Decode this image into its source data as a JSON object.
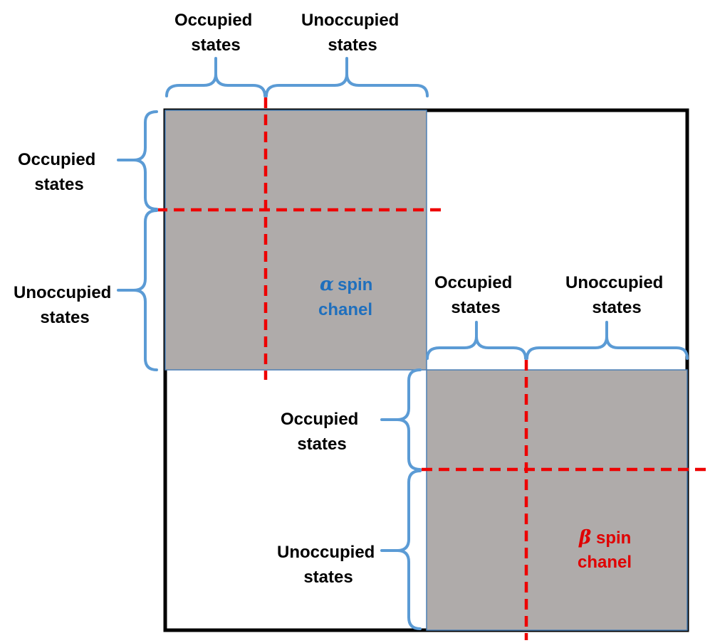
{
  "colors": {
    "block_fill": "#afabaa",
    "brace": "#5b9bd5",
    "divider": "#ee0000",
    "alpha_text": "#1f6fbd",
    "beta_text": "#e00000"
  },
  "alpha_block": {
    "top_labels": {
      "occupied": [
        "Occupied",
        "states"
      ],
      "unoccupied": [
        "Unoccupied",
        "states"
      ]
    },
    "left_labels": {
      "occupied": [
        "Occupied",
        "states"
      ],
      "unoccupied": [
        "Unoccupied",
        "states"
      ]
    },
    "channel_symbol": "α",
    "channel_label": [
      "spin",
      "chanel"
    ]
  },
  "beta_block": {
    "top_labels": {
      "occupied": [
        "Occupied",
        "states"
      ],
      "unoccupied": [
        "Unoccupied",
        "states"
      ]
    },
    "left_labels": {
      "occupied": [
        "Occupied",
        "states"
      ],
      "unoccupied": [
        "Unoccupied",
        "states"
      ]
    },
    "channel_symbol": "β",
    "channel_label": [
      "spin",
      "chanel"
    ]
  }
}
